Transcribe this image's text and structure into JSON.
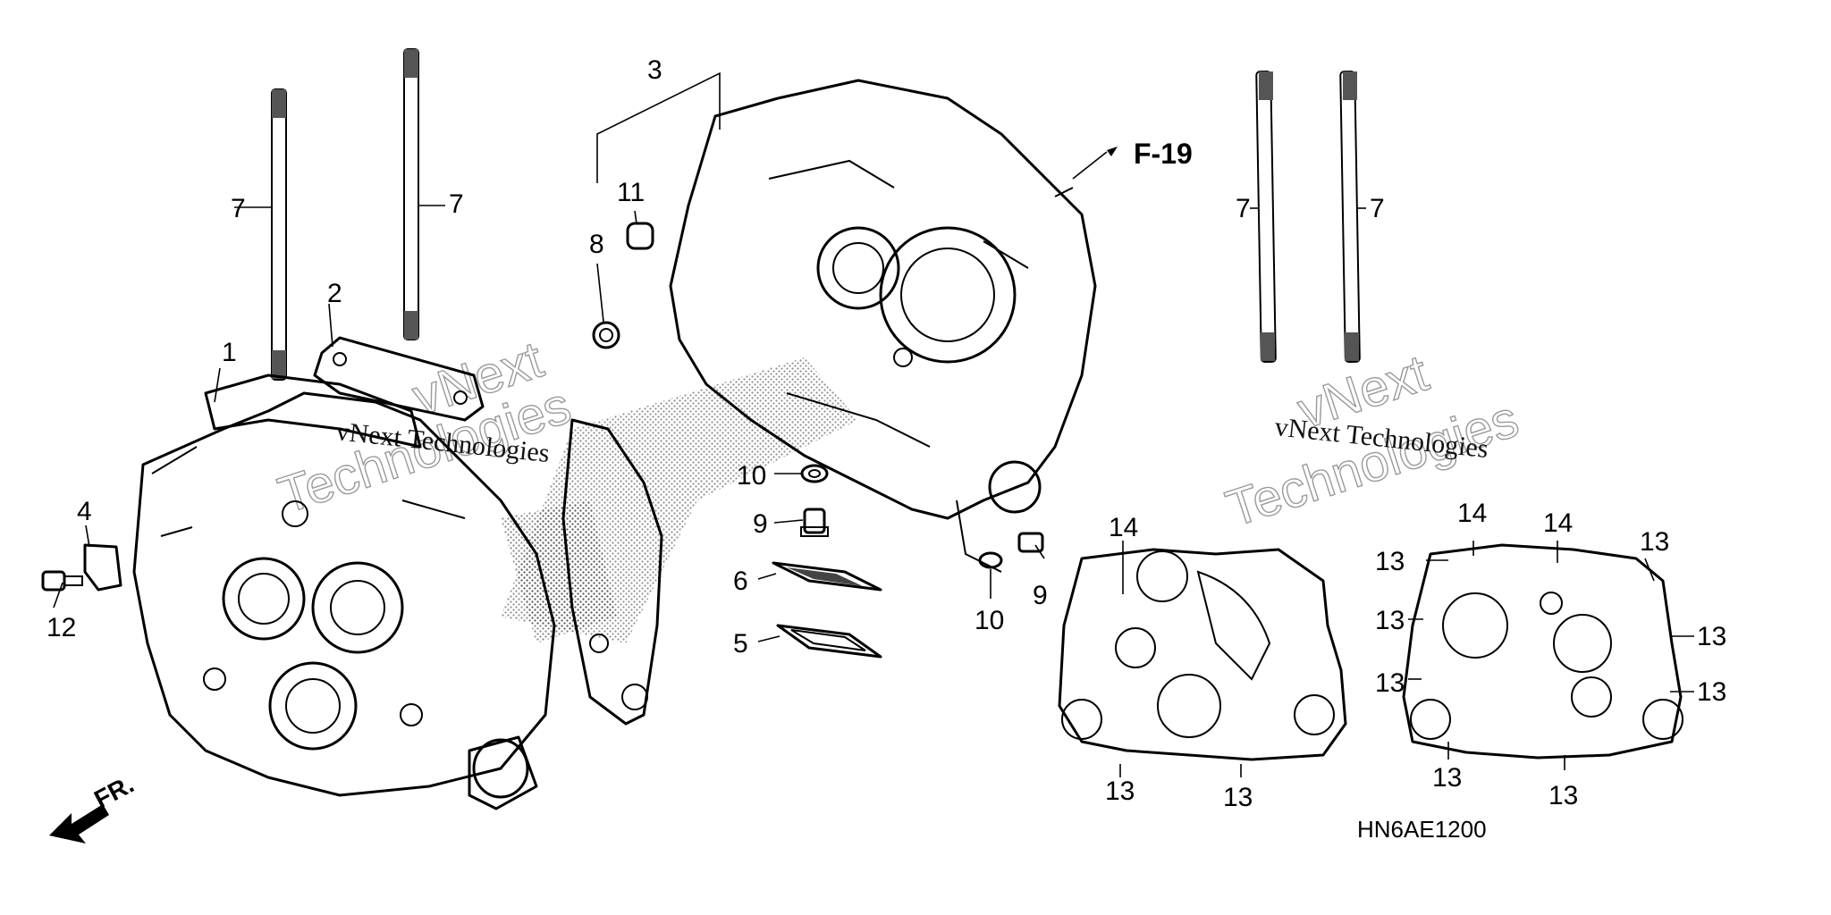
{
  "diagram": {
    "code": "HN6AE1200",
    "ref_label": "F-19",
    "front_label": "FR.",
    "labels": {
      "p1": "1",
      "p2": "2",
      "p3": "3",
      "p4": "4",
      "p5": "5",
      "p6": "6",
      "p7a": "7",
      "p7b": "7",
      "p7c": "7",
      "p7d": "7",
      "p8": "8",
      "p9a": "9",
      "p9b": "9",
      "p10a": "10",
      "p10b": "10",
      "p11": "11",
      "p12": "12",
      "p13a": "13",
      "p13b": "13",
      "p13c": "13",
      "p13d": "13",
      "p13e": "13",
      "p13f": "13",
      "p13g": "13",
      "p13h": "13",
      "p13i": "13",
      "p13j": "13",
      "p14a": "14",
      "p14b": "14",
      "p14c": "14"
    }
  },
  "watermark": {
    "line1": "vNext",
    "line2": "Technologies",
    "full": "vNext Technologies"
  }
}
